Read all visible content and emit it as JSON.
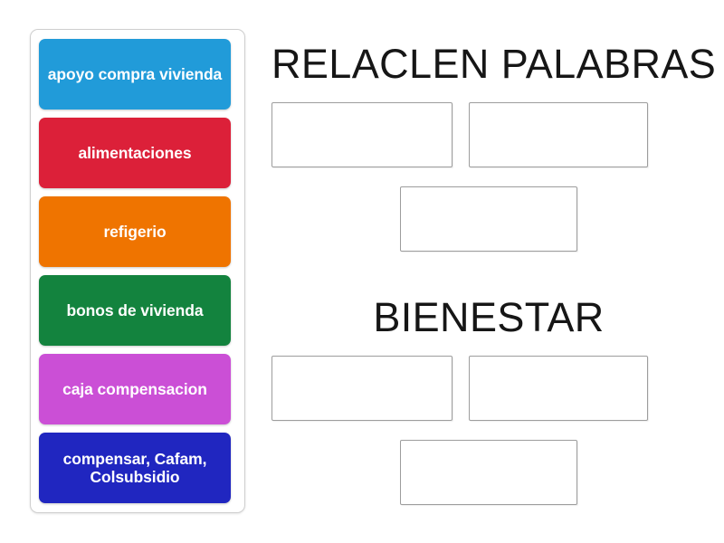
{
  "activity": {
    "type": "match-up-word-drag-and-drop",
    "word_bank": {
      "label": "word-bank",
      "tiles": [
        {
          "text": "apoyo compra vivienda",
          "color": "#219bd9"
        },
        {
          "text": "alimentaciones",
          "color": "#dc2039"
        },
        {
          "text": "refigerio",
          "color": "#ef7400"
        },
        {
          "text": "bonos de vivienda",
          "color": "#13833e"
        },
        {
          "text": "caja compensacion",
          "color": "#cb4fd6"
        },
        {
          "text": "compensar, Cafam, Colsubsidio",
          "color": "#2026c0"
        }
      ]
    },
    "groups": [
      {
        "heading": "RELACLEN PALABRAS",
        "slots": [
          {
            "label": "",
            "placeholder": ""
          },
          {
            "label": "",
            "placeholder": ""
          },
          {
            "label": "",
            "placeholder": ""
          }
        ]
      },
      {
        "heading": "BIENESTAR",
        "slots": [
          {
            "label": "",
            "placeholder": ""
          },
          {
            "label": "",
            "placeholder": ""
          },
          {
            "label": "",
            "placeholder": ""
          }
        ]
      }
    ]
  }
}
